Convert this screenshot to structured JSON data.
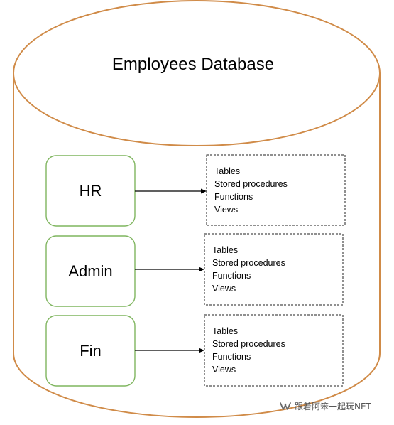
{
  "database": {
    "title": "Employees Database"
  },
  "schemas": [
    {
      "name": "HR",
      "objects": [
        "Tables",
        "Stored procedures",
        "Functions",
        "Views"
      ]
    },
    {
      "name": "Admin",
      "objects": [
        "Tables",
        "Stored procedures",
        "Functions",
        "Views"
      ]
    },
    {
      "name": "Fin",
      "objects": [
        "Tables",
        "Stored procedures",
        "Functions",
        "Views"
      ]
    }
  ],
  "watermark": {
    "text": "跟着阿笨一起玩NET",
    "icon": "wechat-channel-icon"
  },
  "colors": {
    "cylinder_stroke": "#d08b48",
    "schema_stroke": "#7fb55f",
    "object_box_stroke": "#222222"
  }
}
